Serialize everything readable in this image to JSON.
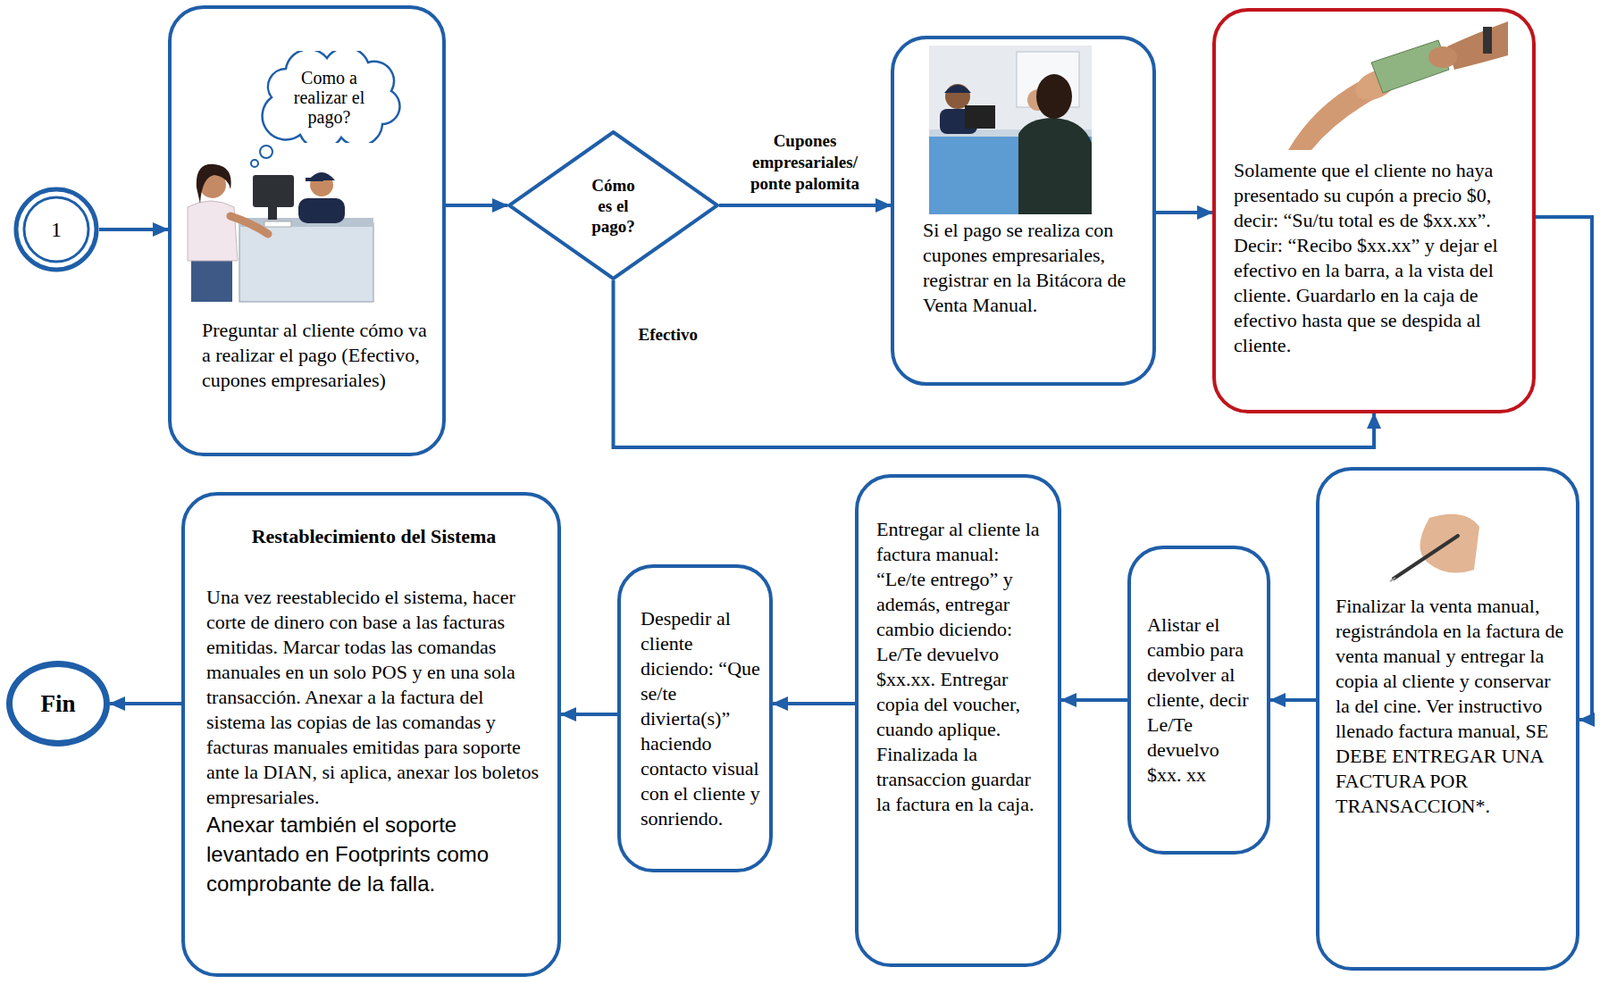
{
  "diagram": {
    "nodes": [
      {
        "text": [
          "1"
        ]
      },
      {
        "text": [
          "Preguntar al cliente cómo va a realizar el pago (Efectivo, cupones empresariales)"
        ]
      },
      {
        "text": [
          "Como a realizar el pago?"
        ],
        "in": 1
      },
      {
        "text": [
          "Cómo es el pago?"
        ]
      },
      {
        "text": [
          "Si el pago se realiza con cupones empresariales, registrar en la Bitácora de Venta Manual."
        ]
      },
      {
        "text": [
          "Solamente que el cliente no haya presentado su cupón a precio $0, decir: “Su/tu total es de $xx.xx”. Decir: “Recibo $xx.xx” y dejar el efectivo en la barra, a la vista del cliente. Guardarlo en la caja de efectivo hasta que se despida al cliente."
        ]
      },
      {
        "text": [
          "Finalizar la venta manual, registrándola en la factura de venta manual y entregar la copia al cliente y conservar la del cine. Ver instructivo llenado factura manual, SE DEBE ENTREGAR UNA FACTURA POR TRANSACCION*."
        ]
      },
      {
        "text": [
          "Alistar el cambio para devolver al cliente, decir Le/Te devuelvo $xx. xx"
        ]
      },
      {
        "text": [
          "Entregar al cliente la factura manual: “Le/te entrego” y además, entregar cambio diciendo: Le/Te devuelvo $xx.xx. Entregar copia del voucher, cuando aplique. Finalizada la transaccion guardar la factura en la caja."
        ]
      },
      {
        "text": [
          "Despedir al cliente diciendo: “Que se/te divierta(s)” haciendo contacto visual con el cliente y sonriendo."
        ]
      },
      {
        "text": [
          "Restablecimiento del Sistema",
          "Una vez reestablecido el sistema, hacer corte de dinero con base a las facturas emitidas. Marcar todas las comandas manuales en un solo POS y en una sola transacción. Anexar a la factura del sistema las copias de las comandas y facturas manuales emitidas para soporte ante la DIAN, si aplica, anexar los boletos empresariales.",
          "Anexar también el soporte levantado en Footprints como comprobante de la falla."
        ]
      },
      {
        "text": [
          "Fin"
        ]
      }
    ],
    "edges": [
      {
        "from": 0,
        "to": 1,
        "arrow": "to"
      },
      {
        "from": 1,
        "to": 3,
        "arrow": "to"
      },
      {
        "from": 3,
        "to": 4,
        "label": "Cupones empresariales/ ponte palomita",
        "arrow": "to"
      },
      {
        "from": 3,
        "to": 5,
        "label": "Efectivo",
        "arrow": "to"
      },
      {
        "from": 4,
        "to": 5,
        "arrow": "to"
      },
      {
        "from": 5,
        "to": 6,
        "arrow": "to"
      },
      {
        "from": 6,
        "to": 7,
        "arrow": "to"
      },
      {
        "from": 7,
        "to": 8,
        "arrow": "to"
      },
      {
        "from": 8,
        "to": 9,
        "arrow": "to"
      },
      {
        "from": 9,
        "to": 10,
        "arrow": "to"
      },
      {
        "from": 10,
        "to": 11,
        "arrow": "to"
      }
    ]
  }
}
